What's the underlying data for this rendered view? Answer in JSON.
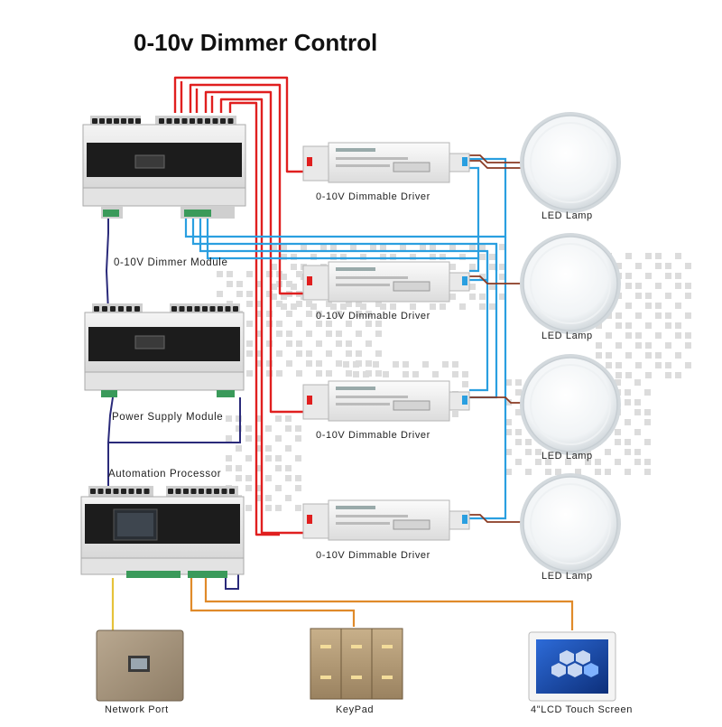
{
  "title": "0-10v Dimmer Control",
  "modules": {
    "dimmer": "0-10V Dimmer Module",
    "power": "Power Supply Module",
    "processor": "Automation Processor"
  },
  "drivers": [
    "0-10V Dimmable Driver",
    "0-10V Dimmable Driver",
    "0-10V Dimmable Driver",
    "0-10V Dimmable Driver"
  ],
  "lamps": [
    "LED Lamp",
    "LED Lamp",
    "LED Lamp",
    "LED Lamp"
  ],
  "devices": {
    "network_port": "Network Port",
    "keypad": "KeyPad",
    "touch_screen": "4\"LCD Touch Screen"
  },
  "colors": {
    "power_wire": "#e01f1f",
    "signal_wire": "#2a9fe0",
    "bus_wire": "#2a2a7a",
    "keypad_wire": "#e08a2a",
    "lamp_wire": "#8a3a22"
  }
}
